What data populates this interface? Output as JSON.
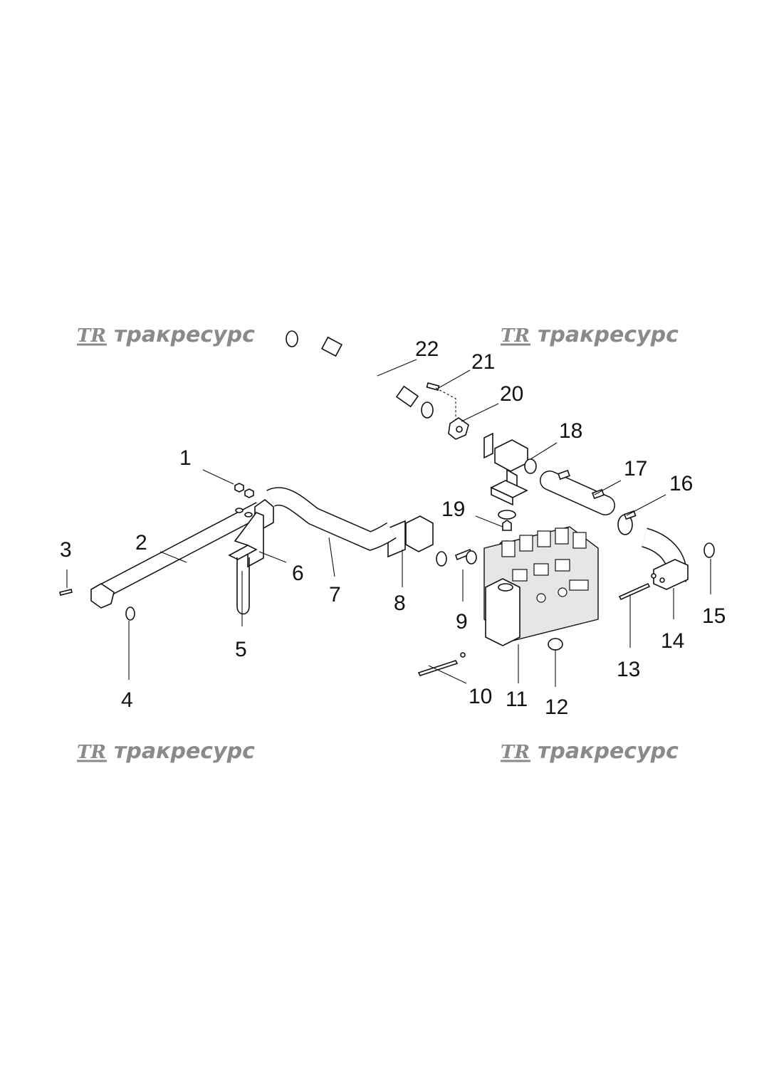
{
  "watermarks": [
    {
      "logo": "TR",
      "text": "тракресурс"
    },
    {
      "logo": "TR",
      "text": "тракресурс"
    },
    {
      "logo": "TR",
      "text": "тракресурс"
    },
    {
      "logo": "TR",
      "text": "тракресурс"
    }
  ],
  "callouts": [
    "1",
    "2",
    "3",
    "4",
    "5",
    "6",
    "7",
    "8",
    "9",
    "10",
    "11",
    "12",
    "13",
    "14",
    "15",
    "16",
    "17",
    "18",
    "19",
    "20",
    "21",
    "22"
  ]
}
